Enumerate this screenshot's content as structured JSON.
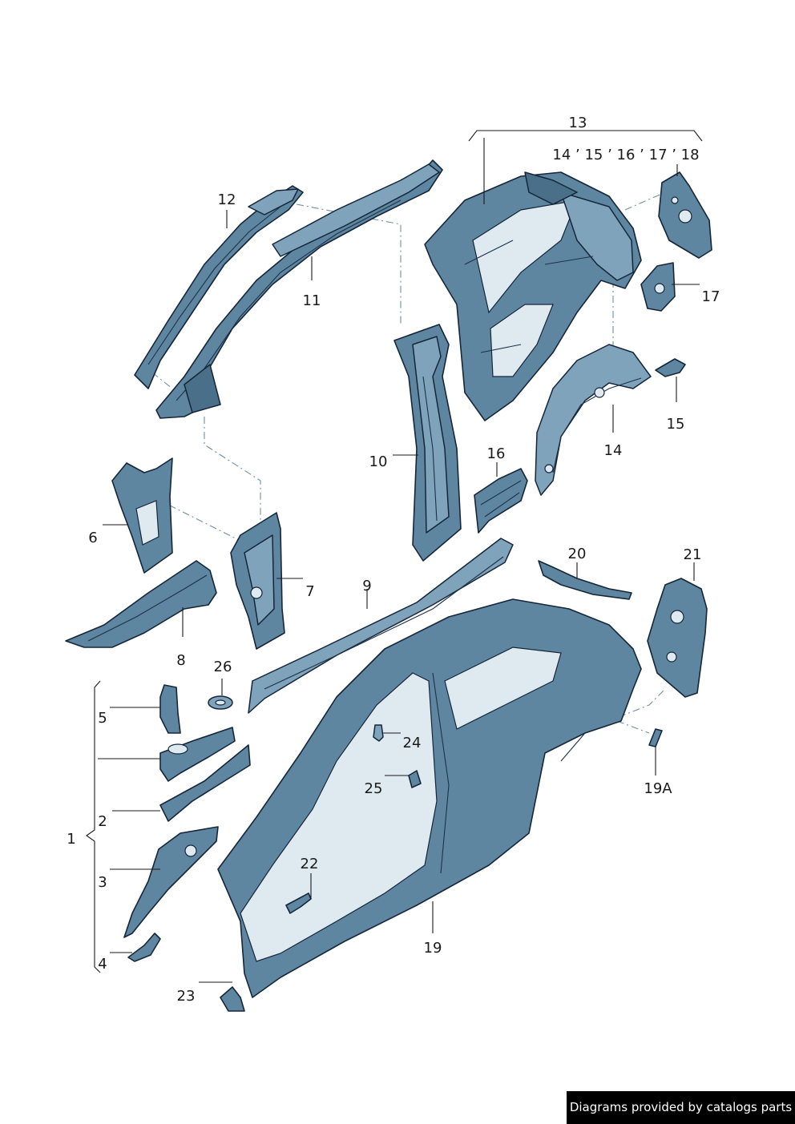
{
  "labels": {
    "l1": "1",
    "l2": "2",
    "l3": "3",
    "l4": "4",
    "l5": "5",
    "l6": "6",
    "l7": "7",
    "l8": "8",
    "l9": "9",
    "l10": "10",
    "l11": "11",
    "l12": "12",
    "l13": "13",
    "l13sub": "14 ’ 15 ’ 16 ’ 17 ’ 18",
    "l14": "14",
    "l15": "15",
    "l16": "16",
    "l17": "17",
    "l19": "19",
    "l19a": "19A",
    "l20": "20",
    "l21": "21",
    "l22": "22",
    "l23": "23",
    "l24": "24",
    "l25": "25",
    "l26": "26"
  },
  "footer": {
    "credit": "Diagrams provided by catalogs parts"
  },
  "colors": {
    "part": "#5f86a0",
    "outline": "#15263a",
    "leader": "#1a1a1a",
    "footer_bg": "#000000"
  }
}
